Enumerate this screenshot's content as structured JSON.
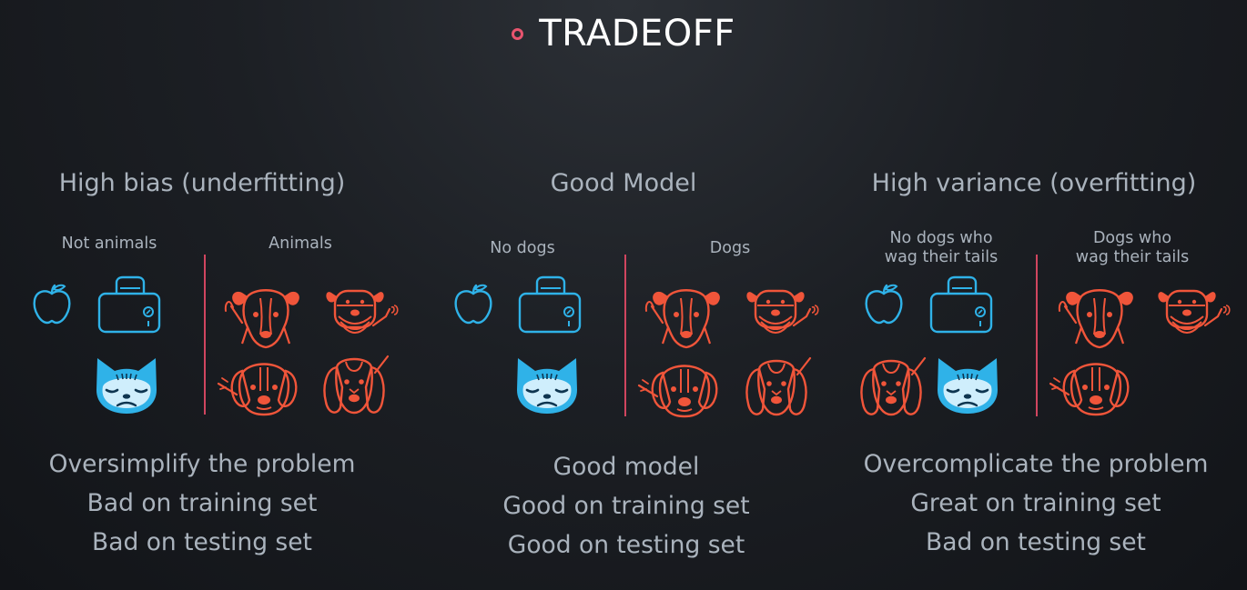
{
  "slide": {
    "title": "TRADEOFF",
    "accent_color": "#e8546e",
    "negative_color": "#2fb2e8",
    "positive_color": "#f0553a"
  },
  "panels": [
    {
      "heading": "High bias (underfitting)",
      "left_label": "Not animals",
      "right_label": "Animals",
      "left_icons": [
        "apple-icon",
        "toaster-icon",
        "grumpy-cat-icon"
      ],
      "right_icons": [
        "dog-wagging-icon",
        "terrier-wagging-icon",
        "beagle-wagging-icon",
        "spaniel-wagging-icon"
      ],
      "captions": [
        "Oversimplify the problem",
        "Bad on training set",
        "Bad on testing set"
      ]
    },
    {
      "heading": "Good Model",
      "left_label": "No dogs",
      "right_label": "Dogs",
      "left_icons": [
        "apple-icon",
        "toaster-icon",
        "grumpy-cat-icon"
      ],
      "right_icons": [
        "dog-wagging-icon",
        "terrier-wagging-icon",
        "beagle-wagging-icon",
        "spaniel-wagging-icon"
      ],
      "captions": [
        "Good model",
        "Good on training set",
        "Good on testing set"
      ]
    },
    {
      "heading": "High variance (overfitting)",
      "left_label_lines": [
        "No dogs who",
        "wag their tails"
      ],
      "right_label_lines": [
        "Dogs who",
        "wag their tails"
      ],
      "left_icons": [
        "apple-icon",
        "toaster-icon",
        "spaniel-icon",
        "grumpy-cat-icon"
      ],
      "right_icons": [
        "dog-wagging-icon",
        "terrier-wagging-icon",
        "beagle-wagging-icon"
      ],
      "captions": [
        "Overcomplicate the problem",
        "Great on training set",
        "Bad on testing set"
      ]
    }
  ]
}
